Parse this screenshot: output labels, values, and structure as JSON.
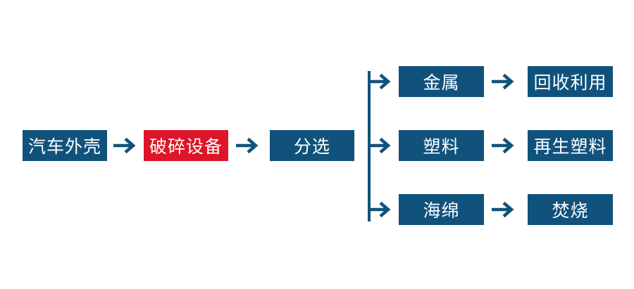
{
  "diagram": {
    "type": "flowchart",
    "nodes": {
      "car_shell": {
        "label": "汽车外壳",
        "color": "#10527C"
      },
      "crusher": {
        "label": "破碎设备",
        "color": "#DE1428"
      },
      "sorting": {
        "label": "分选",
        "color": "#10527C"
      },
      "metal": {
        "label": "金属",
        "color": "#10527C"
      },
      "plastic": {
        "label": "塑料",
        "color": "#10527C"
      },
      "sponge": {
        "label": "海绵",
        "color": "#10527C"
      },
      "recycling": {
        "label": "回收利用",
        "color": "#10527C"
      },
      "recycled_plastic": {
        "label": "再生塑料",
        "color": "#10527C"
      },
      "incineration": {
        "label": "焚烧",
        "color": "#10527C"
      }
    },
    "edges": [
      {
        "from": "汽车外壳",
        "to": "破碎设备"
      },
      {
        "from": "破碎设备",
        "to": "分选"
      },
      {
        "from": "分选",
        "to": "金属"
      },
      {
        "from": "分选",
        "to": "塑料"
      },
      {
        "from": "分选",
        "to": "海绵"
      },
      {
        "from": "金属",
        "to": "回收利用"
      },
      {
        "from": "塑料",
        "to": "再生塑料"
      },
      {
        "from": "海绵",
        "to": "焚烧"
      }
    ],
    "colors": {
      "blue": "#10527C",
      "red": "#DE1428",
      "text": "#FFFFFF",
      "background": "#FFFFFF"
    }
  }
}
